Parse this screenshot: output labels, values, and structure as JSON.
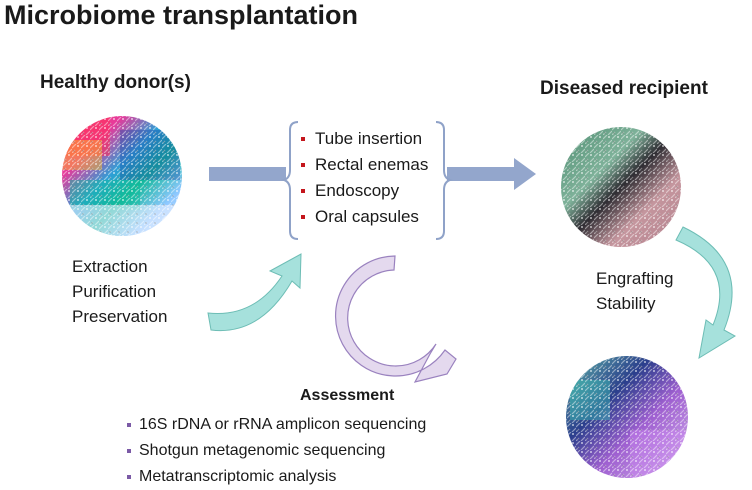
{
  "title": "Microbiome transplantation",
  "donor": {
    "heading": "Healthy donor(s)",
    "steps": [
      "Extraction",
      "Purification",
      "Preservation"
    ]
  },
  "methods": [
    "Tube insertion",
    "Rectal enemas",
    "Endoscopy",
    "Oral capsules"
  ],
  "recipient": {
    "heading": "Diseased recipient",
    "steps": [
      "Engrafting",
      "Stability"
    ]
  },
  "assessment": {
    "heading": "Assessment",
    "items": [
      "16S rDNA or rRNA amplicon sequencing",
      "Shotgun metagenomic sequencing",
      "Metatranscriptomic analysis"
    ]
  },
  "colors": {
    "flow_arrow": "#93a6cc",
    "teal_arrow": "#a6e1dc",
    "purple_cycle": "#e4d9ee",
    "purple_stroke": "#7b5aa6",
    "method_bullet": "#c4161c",
    "bracket": "#8fa2c8"
  },
  "icons": {
    "donor_sample": "donor-microbiome-circle",
    "recipient_before": "recipient-microbiome-circle",
    "recipient_after": "engrafted-microbiome-circle"
  }
}
